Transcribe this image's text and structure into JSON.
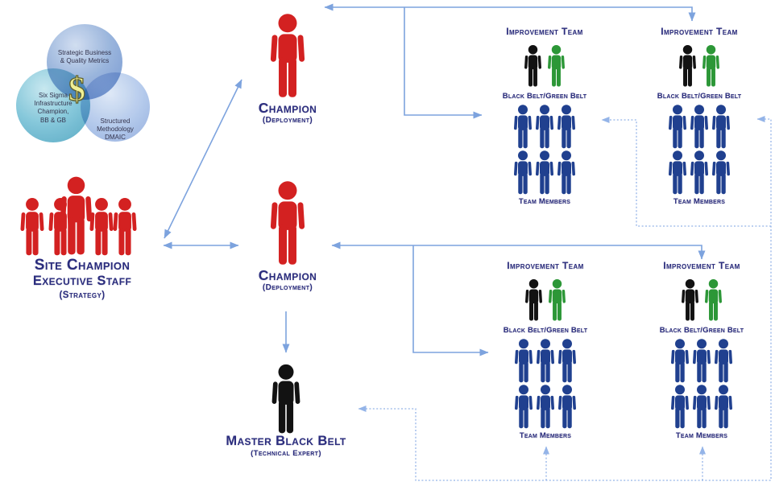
{
  "venn": {
    "circles": [
      {
        "name": "strategic-business",
        "lines": [
          "Strategic Business",
          "& Quality Metrics"
        ]
      },
      {
        "name": "six-sigma-infrastructure",
        "lines": [
          "Six Sigma",
          "Infrastructure",
          "Champion,",
          "BB & GB"
        ]
      },
      {
        "name": "structured-methodology",
        "lines": [
          "Structured",
          "Methodology",
          "DMAIC"
        ]
      }
    ],
    "center_symbol": "$"
  },
  "executive": {
    "title": "Site Champion",
    "subtitle": "Executive Staff",
    "role": "(Strategy)",
    "figure_count": 5
  },
  "champions": [
    {
      "title": "Champion",
      "role": "(Deployment)"
    },
    {
      "title": "Champion",
      "role": "(Deployment)"
    }
  ],
  "master_black_belt": {
    "title": "Master Black Belt",
    "role": "(Technical Expert)"
  },
  "teams": [
    {
      "title": "Improvement Team",
      "belt_label": "Black Belt/Green Belt",
      "members_label": "Team Members",
      "belt_count": 2,
      "member_count": 6
    },
    {
      "title": "Improvement Team",
      "belt_label": "Black Belt/Green Belt",
      "members_label": "Team Members",
      "belt_count": 2,
      "member_count": 6
    },
    {
      "title": "Improvement Team",
      "belt_label": "Black Belt/Green Belt",
      "members_label": "Team Members",
      "belt_count": 2,
      "member_count": 6
    },
    {
      "title": "Improvement Team",
      "belt_label": "Black Belt/Green Belt",
      "members_label": "Team Members",
      "belt_count": 2,
      "member_count": 6
    }
  ],
  "colors": {
    "executive_red": "#d32121",
    "champion_red": "#d32121",
    "master_black": "#121212",
    "black_belt": "#121212",
    "green_belt": "#2c9737",
    "team_member_blue": "#20408f",
    "heading_text": "#2b2d7e",
    "connector_solid": "#7da3de",
    "connector_dotted": "#94b4e8",
    "dollar_yellow": "#f0f095"
  }
}
